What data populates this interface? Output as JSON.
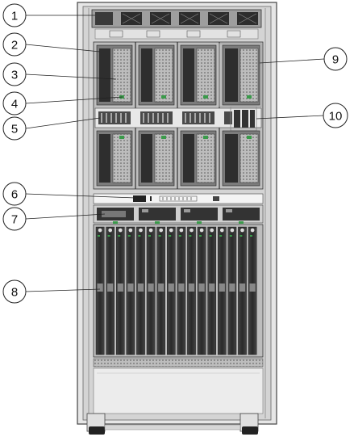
{
  "diagram": {
    "callouts": [
      {
        "label": "1"
      },
      {
        "label": "2"
      },
      {
        "label": "3"
      },
      {
        "label": "4"
      },
      {
        "label": "5"
      },
      {
        "label": "6"
      },
      {
        "label": "7"
      },
      {
        "label": "8"
      },
      {
        "label": "9"
      },
      {
        "label": "10"
      }
    ]
  },
  "colors": {
    "frame": "#555555",
    "chassis": "#cfcfcf",
    "module_dark": "#333333",
    "module_mid": "#7a7a7a",
    "light": "#eeeeee",
    "accent_green": "#3a9a4a"
  }
}
